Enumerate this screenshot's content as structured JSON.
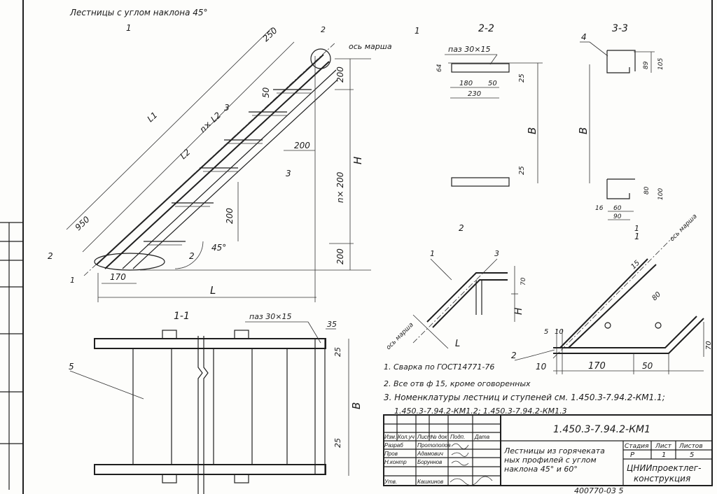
{
  "title": "Лестницы с углом наклона 45°",
  "main_view": {
    "section_marks": [
      "1",
      "1",
      "2",
      "2",
      "3",
      "3"
    ],
    "node_labels": [
      "2",
      "1"
    ],
    "axis_label": "ось марша",
    "dims": {
      "d250": "250",
      "L1": "L1",
      "nxL2": "n× L2",
      "L2": "L2",
      "d950": "950",
      "d50": "50",
      "d200a": "200",
      "d200b": "200",
      "d200c": "200",
      "d200d": "200",
      "H": "H",
      "nx200": "n× 200",
      "d170": "170",
      "L": "L",
      "angle": "45°"
    }
  },
  "section_1_1": {
    "title": "1-1",
    "groove": "паз 30×15",
    "d35": "35",
    "d25a": "25",
    "d25b": "25",
    "B": "B",
    "pos5": "5"
  },
  "section_2_2": {
    "title": "2-2",
    "groove": "паз 30×15",
    "d64": "64",
    "d25a": "25",
    "d25b": "25",
    "d180": "180",
    "d50": "50",
    "d230": "230",
    "B": "B"
  },
  "section_3_3": {
    "title": "3-3",
    "pos4": "4",
    "d89": "89",
    "d105": "105",
    "d80": "80",
    "d100": "100",
    "d16": "16",
    "d60": "60",
    "d90": "90",
    "B": "B",
    "mark1": "1"
  },
  "node_1": {
    "title": "2",
    "pos1": "1",
    "pos3": "3",
    "d70": "70",
    "H": "H",
    "L": "L",
    "axis": "ось марша"
  },
  "node_2": {
    "title": "1",
    "pos2": "2",
    "axis": "ось марша",
    "d80": "80",
    "d70": "70",
    "d5": "5",
    "d10a": "10",
    "d10b": "10",
    "d170": "170",
    "d50": "50",
    "d15": "15"
  },
  "notes": [
    "1. Сварка по ГОСТ14771-76",
    "2. Все отв ф 15, кроме оговоренных",
    "3. Номенклатуры лестниц и ступеней см. 1.450.3-7.94.2-КМ1.1;",
    "1.450.3-7.94.2-КМ1.2; 1.450.3-7.94.2-КМ1.3"
  ],
  "title_block": {
    "code": "1.450.3-7.94.2-КМ1",
    "headers": [
      "Изм.",
      "Кол.уч",
      "Лист",
      "№ док",
      "Подп.",
      "Дата"
    ],
    "roles": [
      {
        "role": "Разраб",
        "name": "Протопопов"
      },
      {
        "role": "Пров",
        "name": "Адамович"
      },
      {
        "role": "Н.контр",
        "name": "Боруннов"
      },
      {
        "role": "Утв.",
        "name": "Кашкинов"
      }
    ],
    "description": [
      "Лестницы из горячеката",
      "ных профилей с углом",
      "наклона 45° и 60°"
    ],
    "stage_label": "Стадия",
    "sheet_label": "Лист",
    "sheets_label": "Листов",
    "stage": "Р",
    "sheet": "1",
    "sheets": "5",
    "org": [
      "ЦНИИпроектлег-",
      "конструкция"
    ],
    "footer": "400770-03  5"
  }
}
